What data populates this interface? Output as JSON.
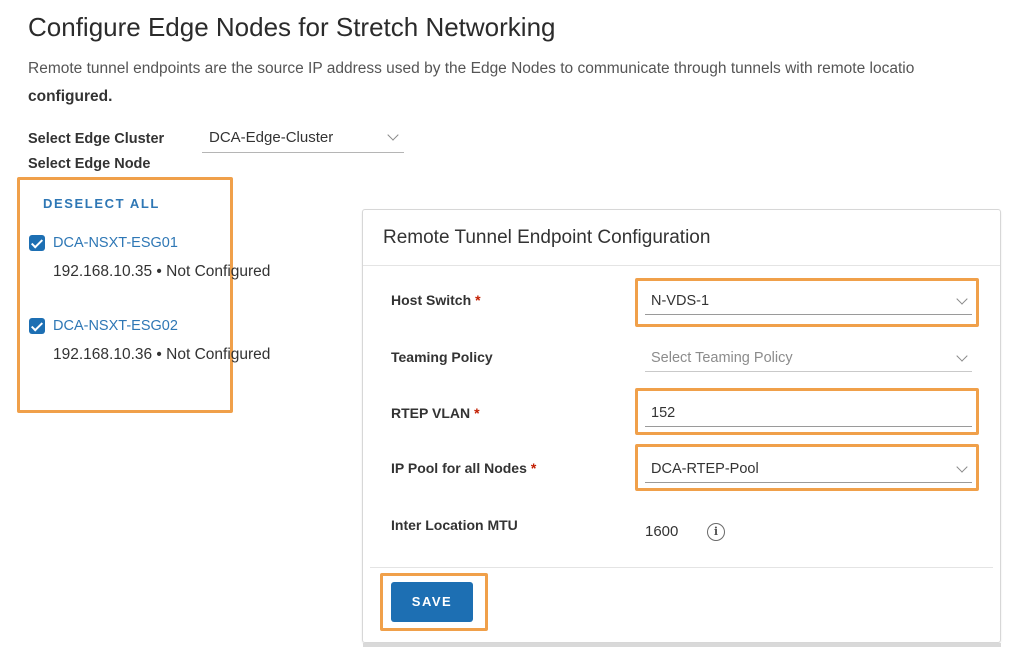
{
  "page": {
    "title": "Configure Edge Nodes for Stretch Networking",
    "description": "Remote tunnel endpoints are the source IP address used by the Edge Nodes to communicate through tunnels with remote locatio",
    "description_bold": "configured."
  },
  "edge_cluster": {
    "label": "Select Edge Cluster",
    "value": "DCA-Edge-Cluster"
  },
  "edge_node": {
    "label": "Select Edge Node",
    "deselect_all": "DESELECT ALL",
    "nodes": [
      {
        "name": "DCA-NSXT-ESG01",
        "info": "192.168.10.35 • Not Configured",
        "checked": true
      },
      {
        "name": "DCA-NSXT-ESG02",
        "info": "192.168.10.36 • Not Configured",
        "checked": true
      }
    ]
  },
  "rtep": {
    "title": "Remote Tunnel Endpoint Configuration",
    "host_switch": {
      "label": "Host Switch",
      "required": "*",
      "value": "N-VDS-1"
    },
    "teaming_policy": {
      "label": "Teaming Policy",
      "placeholder": "Select Teaming Policy"
    },
    "rtep_vlan": {
      "label": "RTEP VLAN",
      "required": "*",
      "value": "152"
    },
    "ip_pool": {
      "label": "IP Pool for all Nodes",
      "required": "*",
      "value": "DCA-RTEP-Pool"
    },
    "mtu": {
      "label": "Inter Location MTU",
      "value": "1600"
    },
    "save_label": "SAVE"
  },
  "colors": {
    "accent": "#1d6fb3",
    "link": "#2e77b5",
    "highlight": "#f0a04a",
    "required": "#c21d00"
  }
}
